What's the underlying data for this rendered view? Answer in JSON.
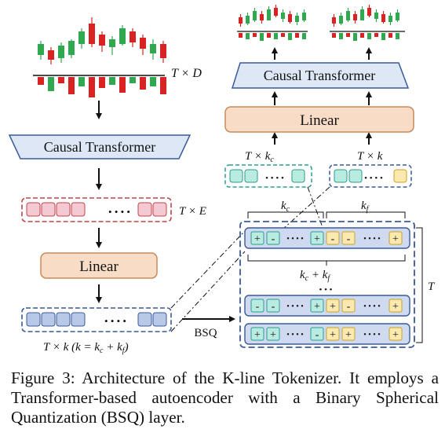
{
  "labels": {
    "input_shape": "T × D",
    "encoder_transformer": "Causal Transformer",
    "encoder_shape": "T × E",
    "encoder_linear": "Linear",
    "latent_shape": "T × k (k = k",
    "latent_shape_c": "c",
    "latent_shape_mid": " + k",
    "latent_shape_f": "f",
    "latent_shape_end": ")",
    "bsq": "BSQ",
    "decoder_linear": "Linear",
    "decoder_transformer": "Causal Transformer",
    "coarse_shape": "T × k",
    "coarse_sub": "c",
    "fine_shape": "T × k",
    "kc_label": "k",
    "kc_sub": "c",
    "kf_label": "k",
    "kf_sub": "f",
    "sum_label": "k",
    "sum_sub1": "c",
    "sum_mid": " + k",
    "sum_sub2": "f",
    "t_label": "T",
    "dots": "• • • •",
    "vdots": "• • •"
  },
  "quant_rows": [
    [
      "+",
      "-",
      "+",
      "-",
      "-",
      "+"
    ],
    [
      "-",
      "-",
      "+",
      "+",
      "-",
      "+"
    ],
    [
      "+",
      "+",
      "-",
      "+",
      "+",
      "+"
    ]
  ],
  "colors": {
    "up_candle": "#2fa84f",
    "down_candle": "#d92323",
    "transformer_fill": "#dde7f6",
    "linear_fill": "#f8dcc6",
    "encoder_token": "#f4c9d2",
    "encoder_border": "#c1434b",
    "latent_token": "#b8c9e8",
    "coarse_token": "#b9ebe1",
    "fine_token": "#fbe9b0",
    "row_fill": "#cfdaf0"
  },
  "caption": "Figure 3: Architecture of the K-line Tokenizer. It employs a Transformer-based autoencoder with a Binary Spherical Quantization (BSQ) layer."
}
